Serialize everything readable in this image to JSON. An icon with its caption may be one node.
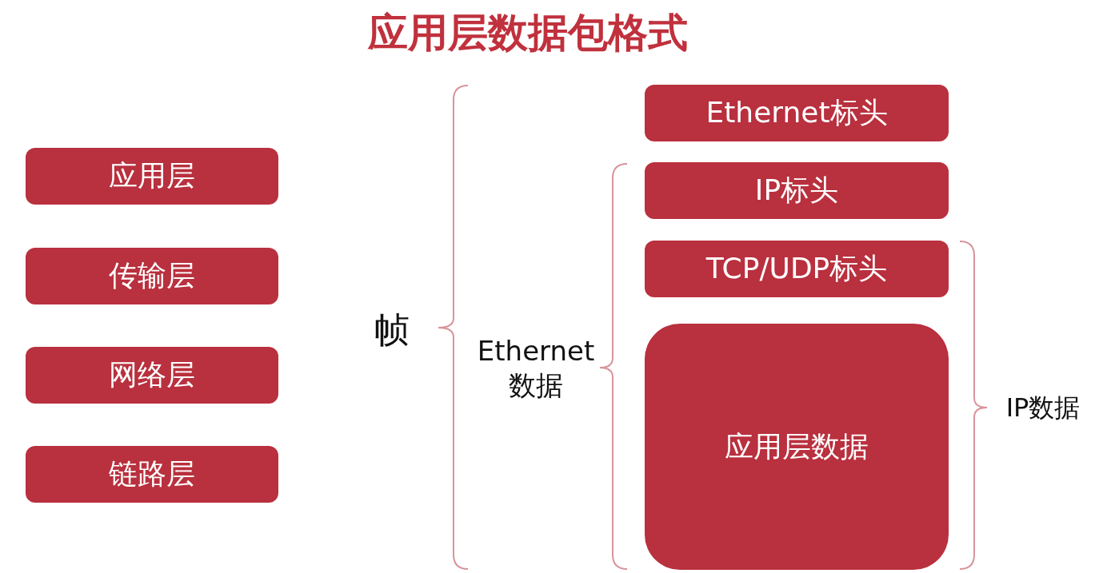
{
  "diagram": {
    "title": "应用层数据包格式",
    "nodes": [
      {
        "text": [
          "应用层"
        ]
      },
      {
        "text": [
          "传输层"
        ]
      },
      {
        "text": [
          "网络层"
        ]
      },
      {
        "text": [
          "链路层"
        ]
      },
      {
        "text": [
          "Ethernet标头"
        ]
      },
      {
        "text": [
          "IP标头"
        ]
      },
      {
        "text": [
          "TCP/UDP标头"
        ]
      },
      {
        "text": [
          "应用层数据"
        ]
      }
    ],
    "edges": [],
    "labels": [
      "帧",
      "Ethernet数据",
      "IP数据"
    ]
  }
}
